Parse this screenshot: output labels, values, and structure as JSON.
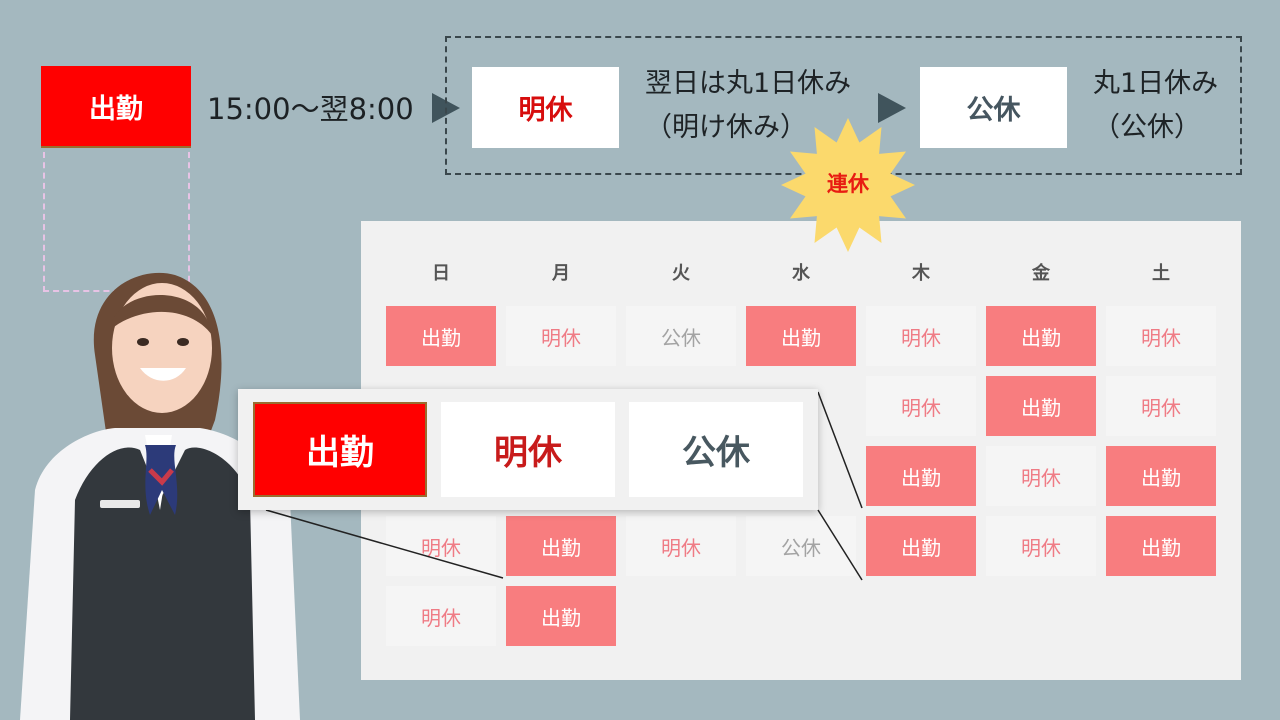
{
  "top": {
    "work_label": "出勤",
    "time": "15:00～翌8:00",
    "after_off_label": "明休",
    "after_off_desc_1": "翌日は丸1日休み",
    "after_off_desc_2": "（明け休み）",
    "public_off_label": "公休",
    "public_off_desc_1": "丸1日休み",
    "public_off_desc_2": "（公休）",
    "consecutive_badge": "連休"
  },
  "calendar": {
    "weekdays": [
      "日",
      "月",
      "火",
      "水",
      "木",
      "金",
      "土"
    ],
    "rows": [
      [
        "出勤",
        "明休",
        "公休",
        "出勤",
        "明休",
        "出勤",
        "明休"
      ],
      [
        "",
        "",
        "",
        "",
        "明休",
        "出勤",
        "明休"
      ],
      [
        "",
        "",
        "",
        "",
        "出勤",
        "明休",
        "出勤"
      ],
      [
        "明休",
        "出勤",
        "明休",
        "公休",
        "出勤",
        "明休",
        "出勤"
      ],
      [
        "明休",
        "出勤",
        "",
        "",
        "",
        "",
        ""
      ]
    ]
  },
  "legend": {
    "work": "出勤",
    "after_off": "明休",
    "public_off": "公休"
  },
  "colors": {
    "background": "#a4b8bf",
    "work_red": "#ff0000",
    "calendar_work": "#f87d7f",
    "calendar_bg": "#f1f1f1",
    "burst_yellow": "#fbd96c"
  }
}
